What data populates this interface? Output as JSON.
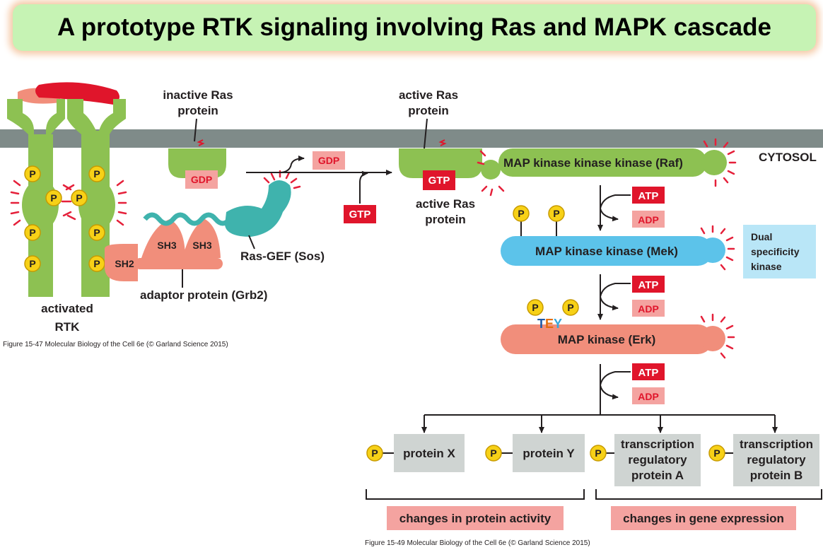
{
  "title": "A prototype RTK signaling involving Ras and MAPK cascade",
  "labels": {
    "inactive_ras_1": "inactive Ras",
    "inactive_ras_2": "protein",
    "active_ras_top_1": "active Ras",
    "active_ras_top_2": "protein",
    "active_ras_bottom_1": "active Ras",
    "active_ras_bottom_2": "protein",
    "cytosol": "CYTOSOL",
    "gdp": "GDP",
    "gdp_released": "GDP",
    "gtp_free": "GTP",
    "gtp_bound": "GTP",
    "raf": "MAP kinase kinase kinase (Raf)",
    "mek": "MAP kinase kinase (Mek)",
    "erk": "MAP kinase (Erk)",
    "atp": "ATP",
    "adp": "ADP",
    "p": "P",
    "sh3": "SH3",
    "sh2": "SH2",
    "ras_gef": "Ras-GEF (Sos)",
    "adaptor": "adaptor protein (Grb2)",
    "activated_rtk_1": "activated",
    "activated_rtk_2": "RTK",
    "tey_t": "T",
    "tey_e": "E",
    "tey_y": "Y",
    "dual_1": "Dual",
    "dual_2": "specificity",
    "dual_3": "kinase",
    "protein_x": "protein X",
    "protein_y": "protein Y",
    "tf_a_1": "transcription",
    "tf_a_2": "regulatory",
    "tf_a_3": "protein A",
    "tf_b_1": "transcription",
    "tf_b_2": "regulatory",
    "tf_b_3": "protein B",
    "changes_activity": "changes in protein activity",
    "changes_expression": "changes in gene expression",
    "caption_1": "Figure 15-47  Molecular Biology of the Cell 6e (© Garland Science 2015)",
    "caption_2": "Figure 15-49  Molecular Biology of the Cell 6e (© Garland Science 2015)"
  },
  "colors": {
    "title_bg": "#c6f3b4",
    "membrane": "#7f8b89",
    "ras_green": "#8dc152",
    "mek_blue": "#5cc3ea",
    "erk_salmon": "#f18e7b",
    "teal": "#3fb3ad",
    "red_box": "#e0152b",
    "pink_box": "#f4a3a0",
    "gray_box": "#cfd4d2",
    "p_yellow": "#f7d117",
    "dual_bg": "#b9e6f7"
  }
}
